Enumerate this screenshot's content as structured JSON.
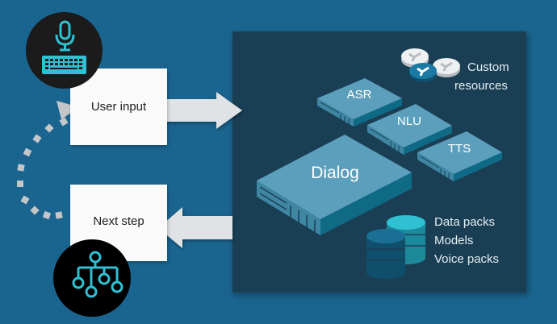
{
  "diagram": {
    "left": {
      "user_input_label": "User input",
      "next_step_label": "Next step",
      "input_icon": "microphone-keyboard-icon",
      "next_step_icon": "hierarchy-tree-icon"
    },
    "components": {
      "asr": "ASR",
      "nlu": "NLU",
      "tts": "TTS",
      "dialog": "Dialog"
    },
    "resources": {
      "custom_line1": "Custom",
      "custom_line2": "resources",
      "custom_icon": "user-discs-icon",
      "data_icon": "database-stack-icon",
      "data_items": [
        "Data packs",
        "Models",
        "Voice packs"
      ]
    },
    "colors": {
      "background": "#1a6590",
      "panel": "#1a3f55",
      "server_top": "#5c9fbd",
      "server_side": "#0f6a86",
      "icon_accent": "#2fc0d2",
      "arrow": "#dfe3e6"
    }
  }
}
